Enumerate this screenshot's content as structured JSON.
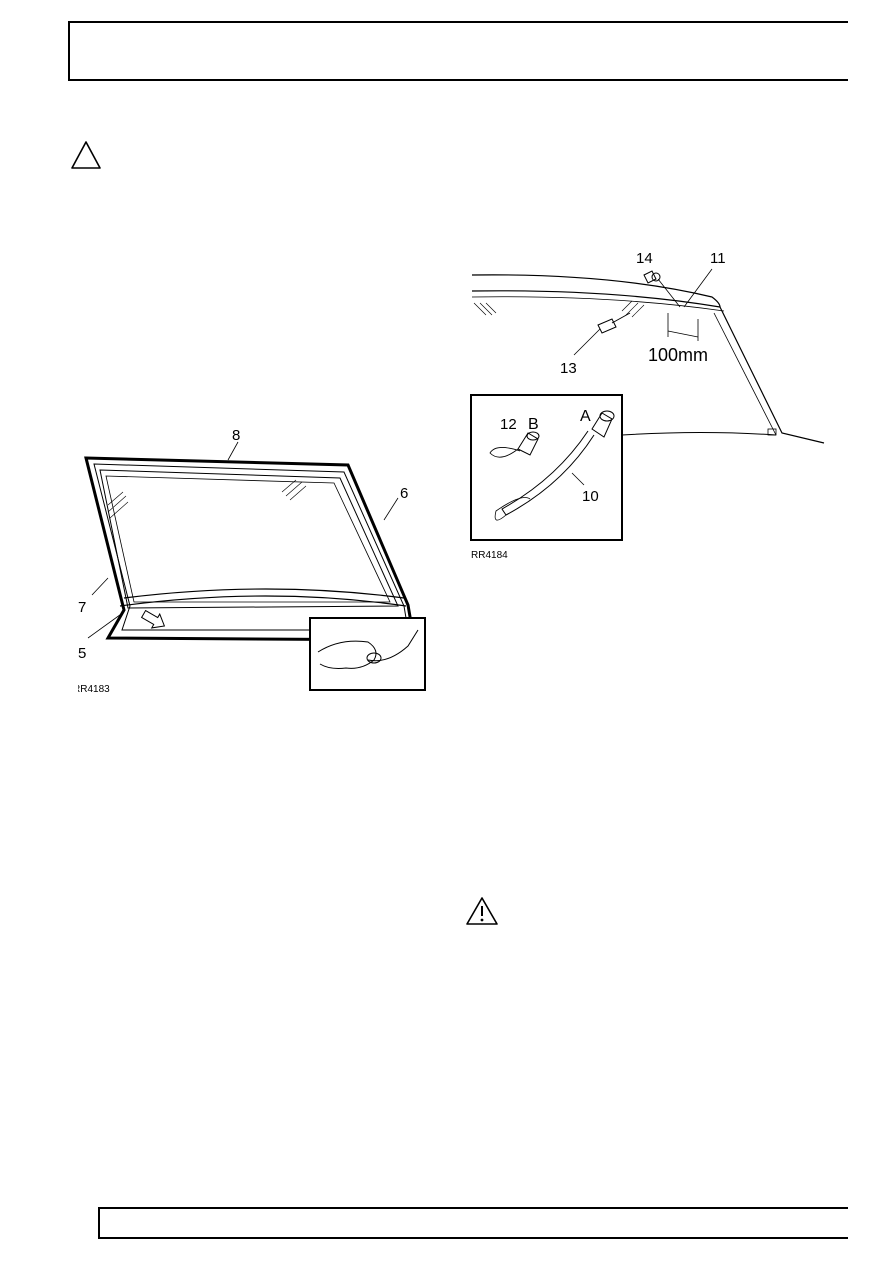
{
  "figure_left": {
    "code": "RR4183",
    "callouts": {
      "c5": "5",
      "c6": "6",
      "c7": "7",
      "c8": "8"
    }
  },
  "figure_right": {
    "code": "RR4184",
    "callouts": {
      "c10": "10",
      "c11": "11",
      "c12": "12",
      "c13": "13",
      "c14": "14",
      "ca": "A",
      "cb": "B"
    },
    "dimension": "100mm"
  },
  "icons": {
    "caution": "caution-triangle-icon",
    "warning": "warning-triangle-icon"
  }
}
